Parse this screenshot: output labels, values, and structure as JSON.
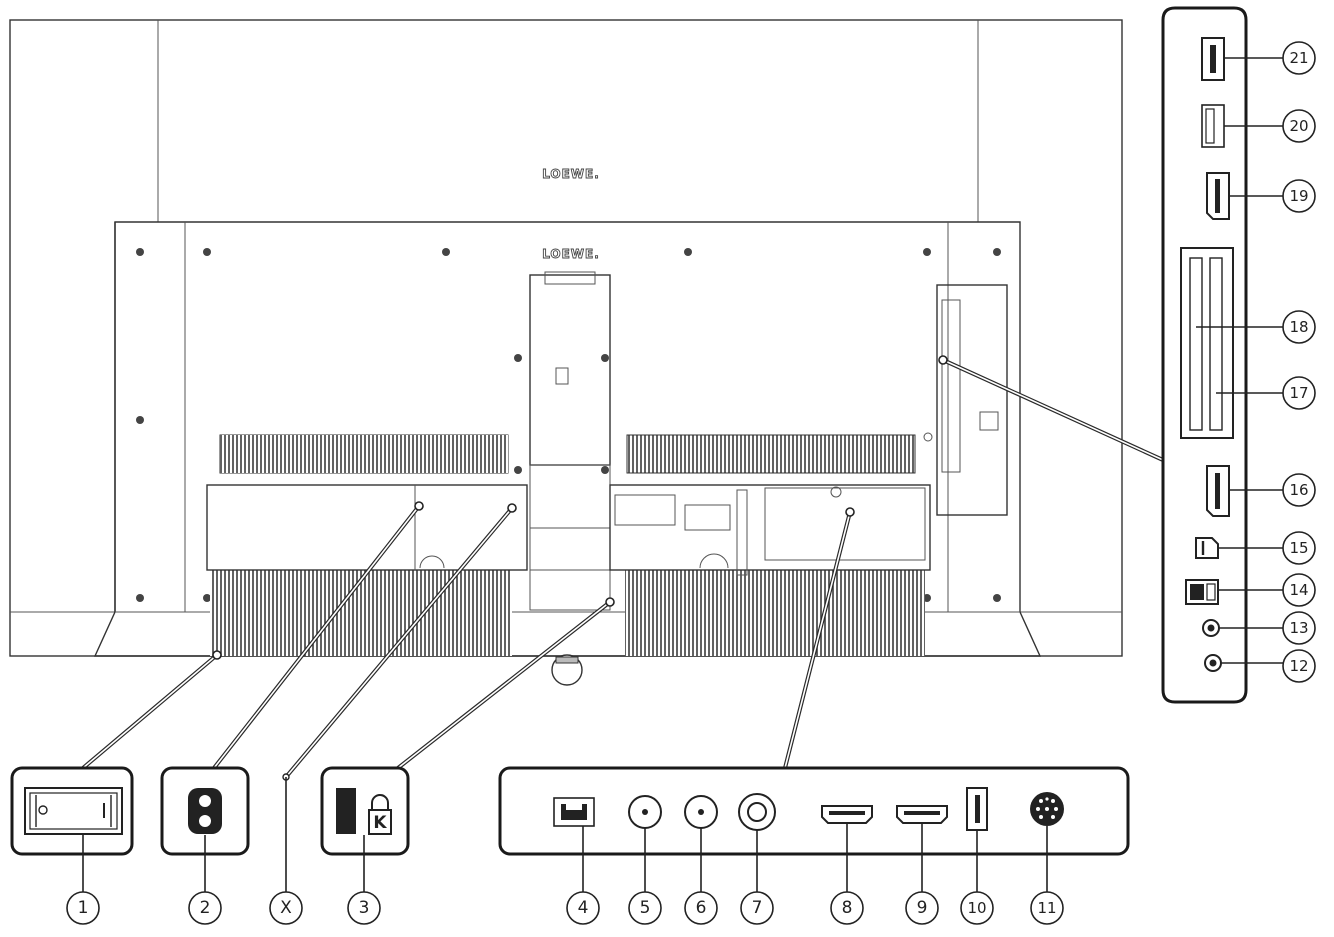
{
  "brand": {
    "logo_top": "LOEWE.",
    "logo_panel": "LOEWE."
  },
  "callouts": {
    "c1": "1",
    "c2": "2",
    "cx": "X",
    "c3": "3",
    "c4": "4",
    "c5": "5",
    "c6": "6",
    "c7": "7",
    "c8": "8",
    "c9": "9",
    "c10": "10",
    "c11": "11",
    "c12": "12",
    "c13": "13",
    "c14": "14",
    "c15": "15",
    "c16": "16",
    "c17": "17",
    "c18": "18",
    "c19": "19",
    "c20": "20",
    "c21": "21"
  },
  "kensington_label": "K"
}
